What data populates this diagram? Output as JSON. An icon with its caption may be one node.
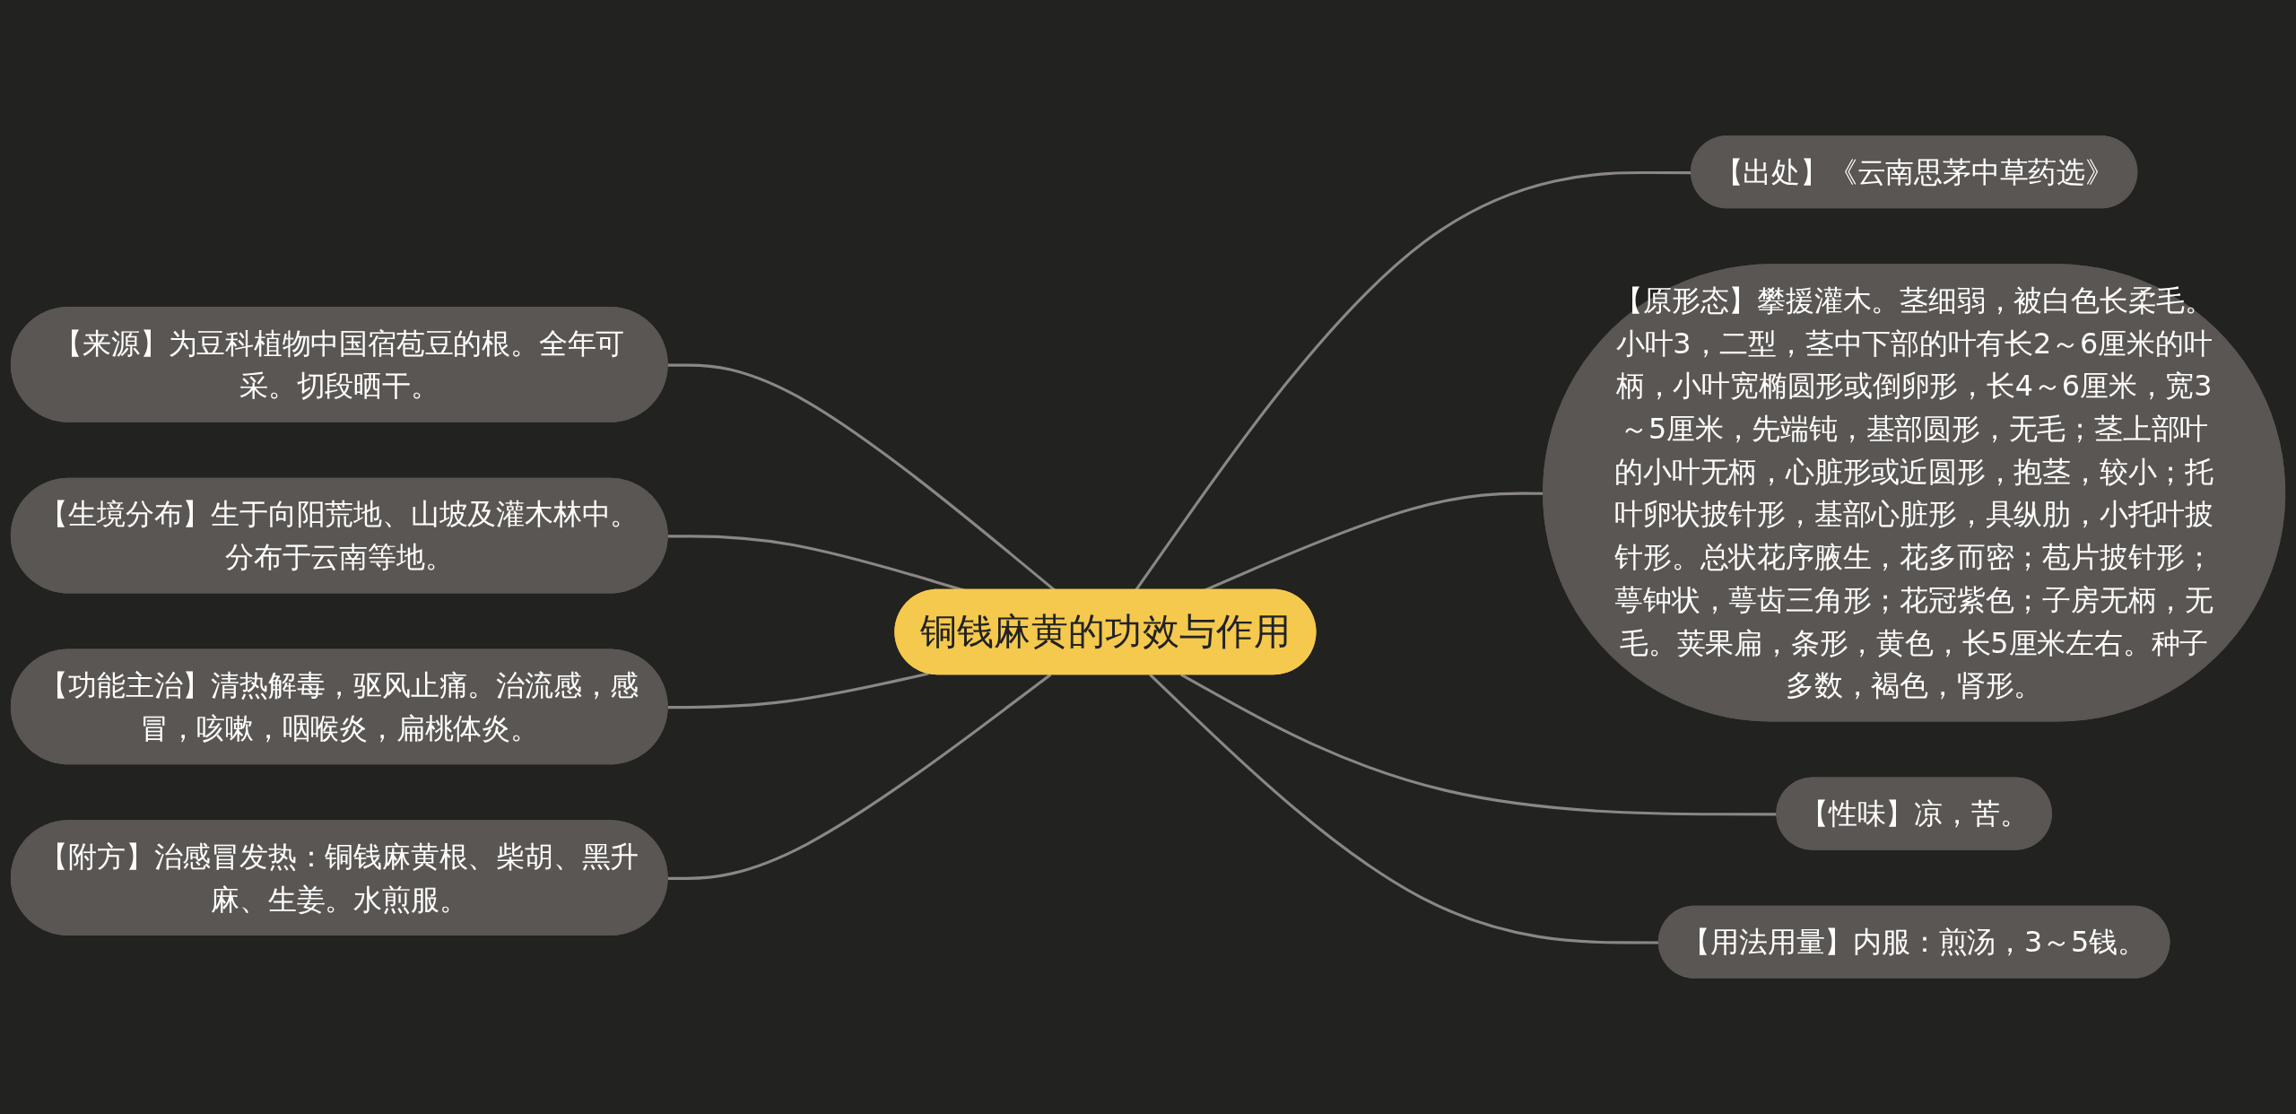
{
  "diagram": {
    "nodes": [
      {
        "text": [
          "铜钱麻黄的功效与作用"
        ]
      },
      {
        "text": [
          "【来源】为豆科植物中国宿苞豆的根。全年可采。切段晒干。"
        ]
      },
      {
        "text": [
          "【生境分布】生于向阳荒地、山坡及灌木林中。分布于云南等地。"
        ]
      },
      {
        "text": [
          "【功能主治】清热解毒，驱风止痛。治流感，感冒，咳嗽，咽喉炎，扁桃体炎。"
        ]
      },
      {
        "text": [
          "【附方】治感冒发热：铜钱麻黄根、柴胡、黑升麻、生姜。水煎服。"
        ]
      },
      {
        "text": [
          "【出处】《云南思茅中草药选》"
        ]
      },
      {
        "text": [
          "【原形态】攀援灌木。茎细弱，被白色长柔毛。小叶3，二型，茎中下部的叶有长2～6厘米的叶柄，小叶宽椭圆形或倒卵形，长4～6厘米，宽3～5厘米，先端钝，基部圆形，无毛；茎上部叶的小叶无柄，心脏形或近圆形，抱茎，较小；托叶卵状披针形，基部心脏形，具纵肋，小托叶披针形。总状花序腋生，花多而密；苞片披针形；萼钟状，萼齿三角形；花冠紫色；子房无柄，无毛。荚果扁，条形，黄色，长5厘米左右。种子多数，褐色，肾形。"
        ]
      },
      {
        "text": [
          "【性味】凉，苦。"
        ]
      },
      {
        "text": [
          "【用法用量】内服：煎汤，3～5钱。"
        ]
      }
    ],
    "edges": [
      {
        "from": 1,
        "to": 0,
        "arrow": "none"
      },
      {
        "from": 2,
        "to": 0,
        "arrow": "none"
      },
      {
        "from": 3,
        "to": 0,
        "arrow": "none"
      },
      {
        "from": 4,
        "to": 0,
        "arrow": "none"
      },
      {
        "from": 0,
        "to": 5,
        "arrow": "none"
      },
      {
        "from": 0,
        "to": 6,
        "arrow": "none"
      },
      {
        "from": 0,
        "to": 7,
        "arrow": "none"
      },
      {
        "from": 0,
        "to": 8,
        "arrow": "none"
      }
    ]
  }
}
